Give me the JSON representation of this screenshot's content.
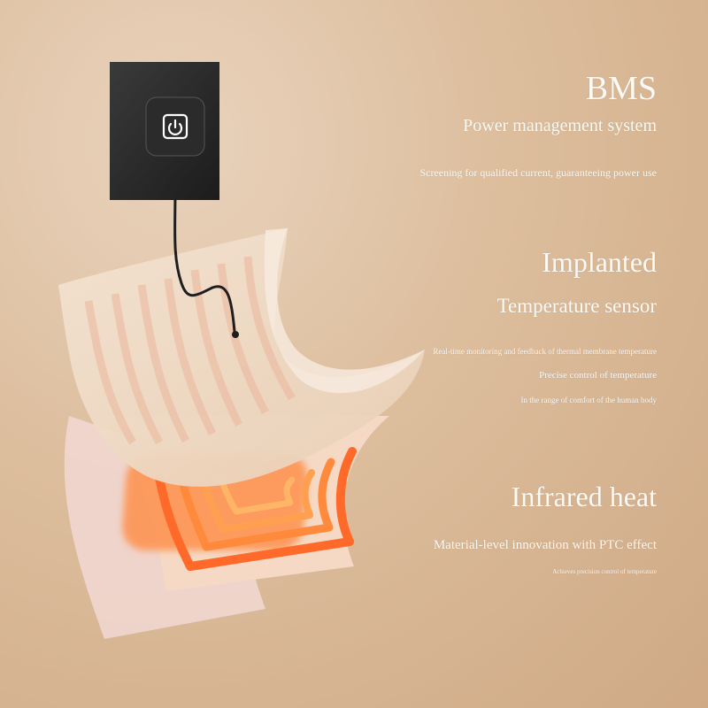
{
  "bms": {
    "title": "BMS",
    "subtitle": "Power management system",
    "desc": "Screening for qualified current, guaranteeing power use"
  },
  "sensor": {
    "title": "Implanted",
    "subtitle": "Temperature sensor",
    "line1": "Real-time monitoring and feedback of thermal membrane temperature",
    "line2": "Precise control of temperature",
    "line3": "In the range of comfort of the human body"
  },
  "infrared": {
    "title": "Infrared heat",
    "subtitle": "Material-level innovation with PTC effect",
    "desc": "Achieves precision control of temperature"
  },
  "icons": {
    "power": "power-icon"
  },
  "colors": {
    "background": "#dcbd9c",
    "heat": "#ff7a30",
    "switch_panel": "#2a2a2a",
    "text": "#fdfaf6"
  }
}
